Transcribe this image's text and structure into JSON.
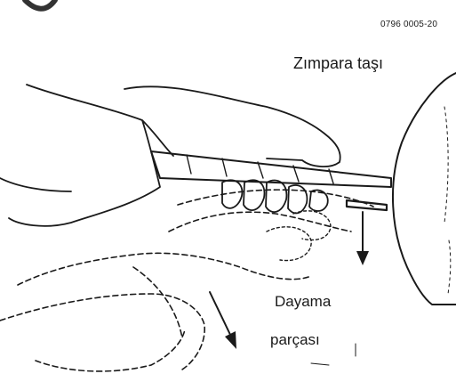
{
  "figure": {
    "reference_code": "0796 0005-20",
    "grinding_wheel_label": "Zımpara taşı",
    "tool_rest_label_line1": "Dayama",
    "tool_rest_label_line2": "parçası"
  },
  "colors": {
    "ink": "#1a1a1a",
    "background": "#ffffff"
  }
}
